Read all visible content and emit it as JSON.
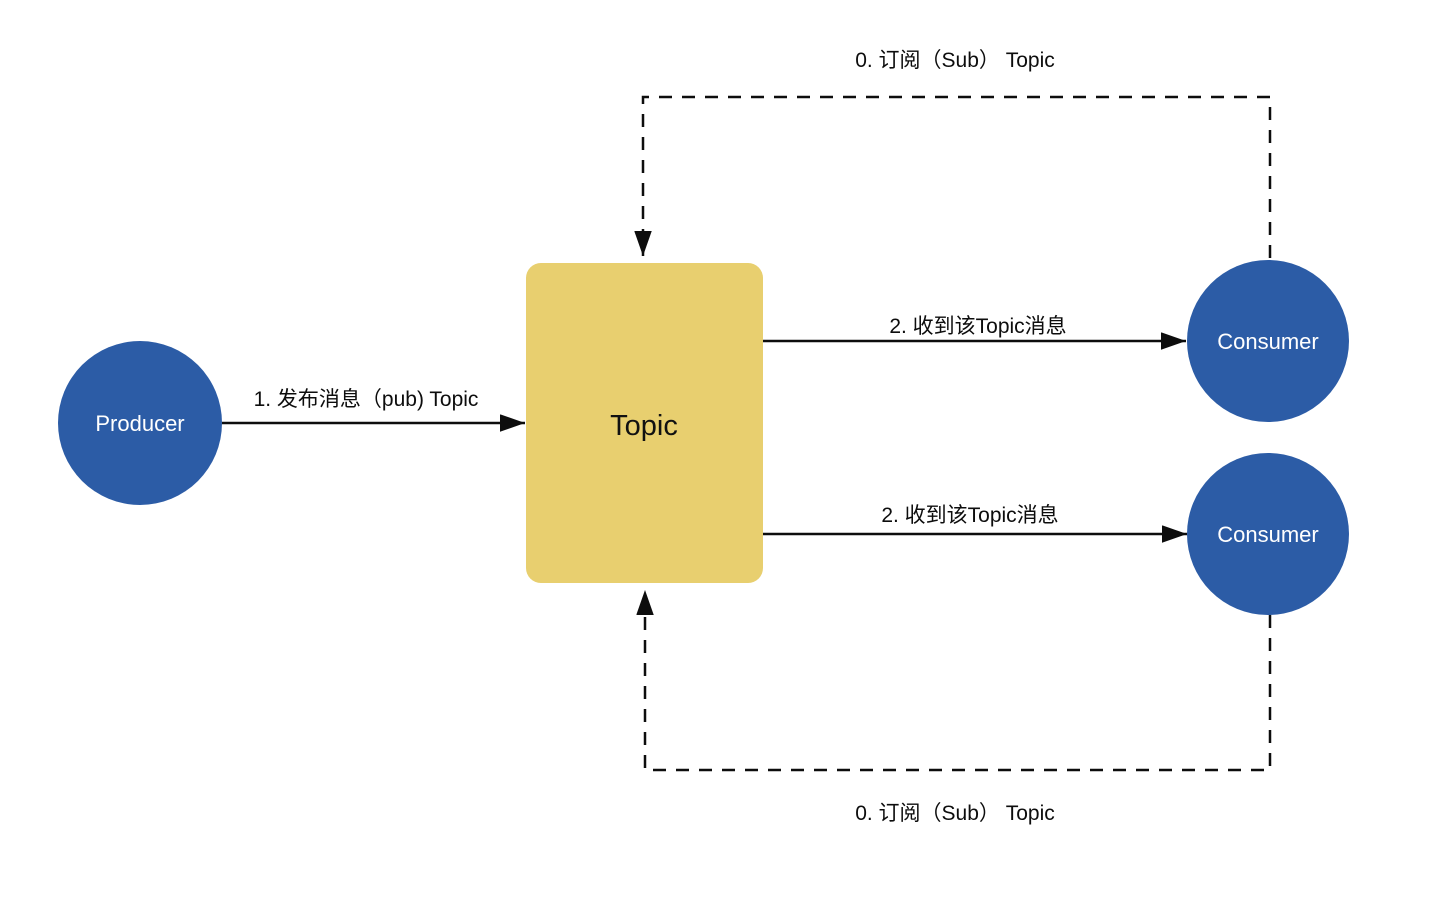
{
  "diagram": {
    "type": "pub-sub-flow-diagram",
    "colors": {
      "node_blue": "#2C5CA6",
      "node_yellow": "#E8CF6F",
      "edge_black": "#0d0d0d",
      "node_text_light": "#ffffff",
      "node_text_dark": "#111111",
      "background": "#ffffff"
    },
    "nodes": {
      "producer": {
        "label": "Producer",
        "shape": "circle"
      },
      "topic": {
        "label": "Topic",
        "shape": "rounded-rect"
      },
      "consumer_top": {
        "label": "Consumer",
        "shape": "circle"
      },
      "consumer_bottom": {
        "label": "Consumer",
        "shape": "circle"
      }
    },
    "edges": {
      "subscribe_top": {
        "label": "0. 订阅（Sub） Topic",
        "style": "dashed",
        "from": "consumer_top",
        "to": "topic"
      },
      "publish": {
        "label": "1. 发布消息（pub) Topic",
        "style": "solid",
        "from": "producer",
        "to": "topic"
      },
      "receive_top": {
        "label": "2. 收到该Topic消息",
        "style": "solid",
        "from": "topic",
        "to": "consumer_top"
      },
      "receive_bottom": {
        "label": "2. 收到该Topic消息",
        "style": "solid",
        "from": "topic",
        "to": "consumer_bottom"
      },
      "subscribe_bottom": {
        "label": "0. 订阅（Sub） Topic",
        "style": "dashed",
        "from": "consumer_bottom",
        "to": "topic"
      }
    }
  }
}
